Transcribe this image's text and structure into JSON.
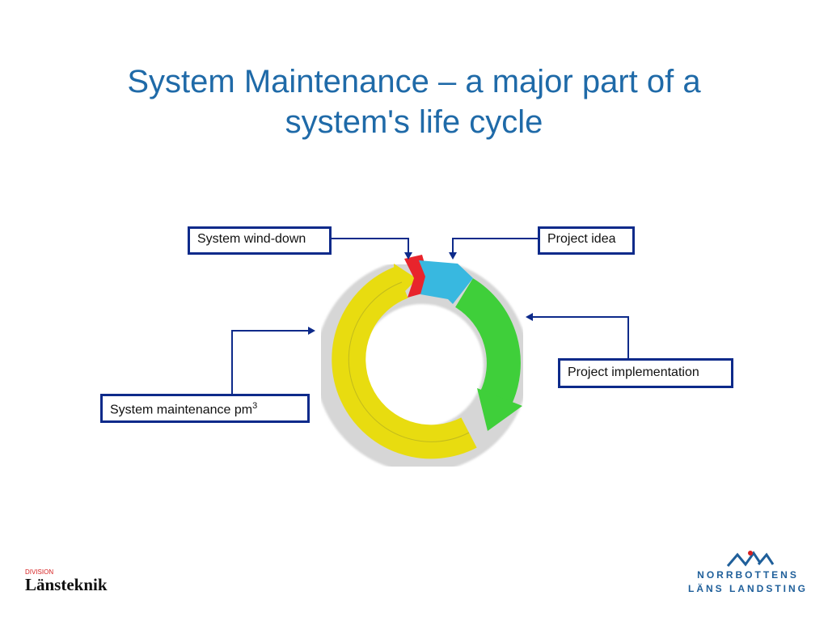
{
  "title": {
    "line1": "System Maintenance – a major part of a",
    "line2": "system's life cycle"
  },
  "diagram": {
    "labels": {
      "system_wind_down": "System wind-down",
      "project_idea": "Project idea",
      "project_implementation": "Project implementation",
      "system_maintenance": "System maintenance pm",
      "system_maintenance_sup": "3"
    },
    "colors": {
      "maintenance_arc": "#e8dc10",
      "wind_down_arc": "#e8242c",
      "idea_arc": "#38b8e0",
      "implementation_arc": "#3fcf3a",
      "box_border": "#0d2a8a",
      "connector": "#0d2a8a"
    }
  },
  "footer": {
    "division_label": "DIVISION",
    "division_name": "Länsteknik",
    "org_line1": "NORRBOTTENS",
    "org_line2": "LÄNS LANDSTING",
    "org_logo_icon": "norrbotten-wave-logo-icon"
  }
}
